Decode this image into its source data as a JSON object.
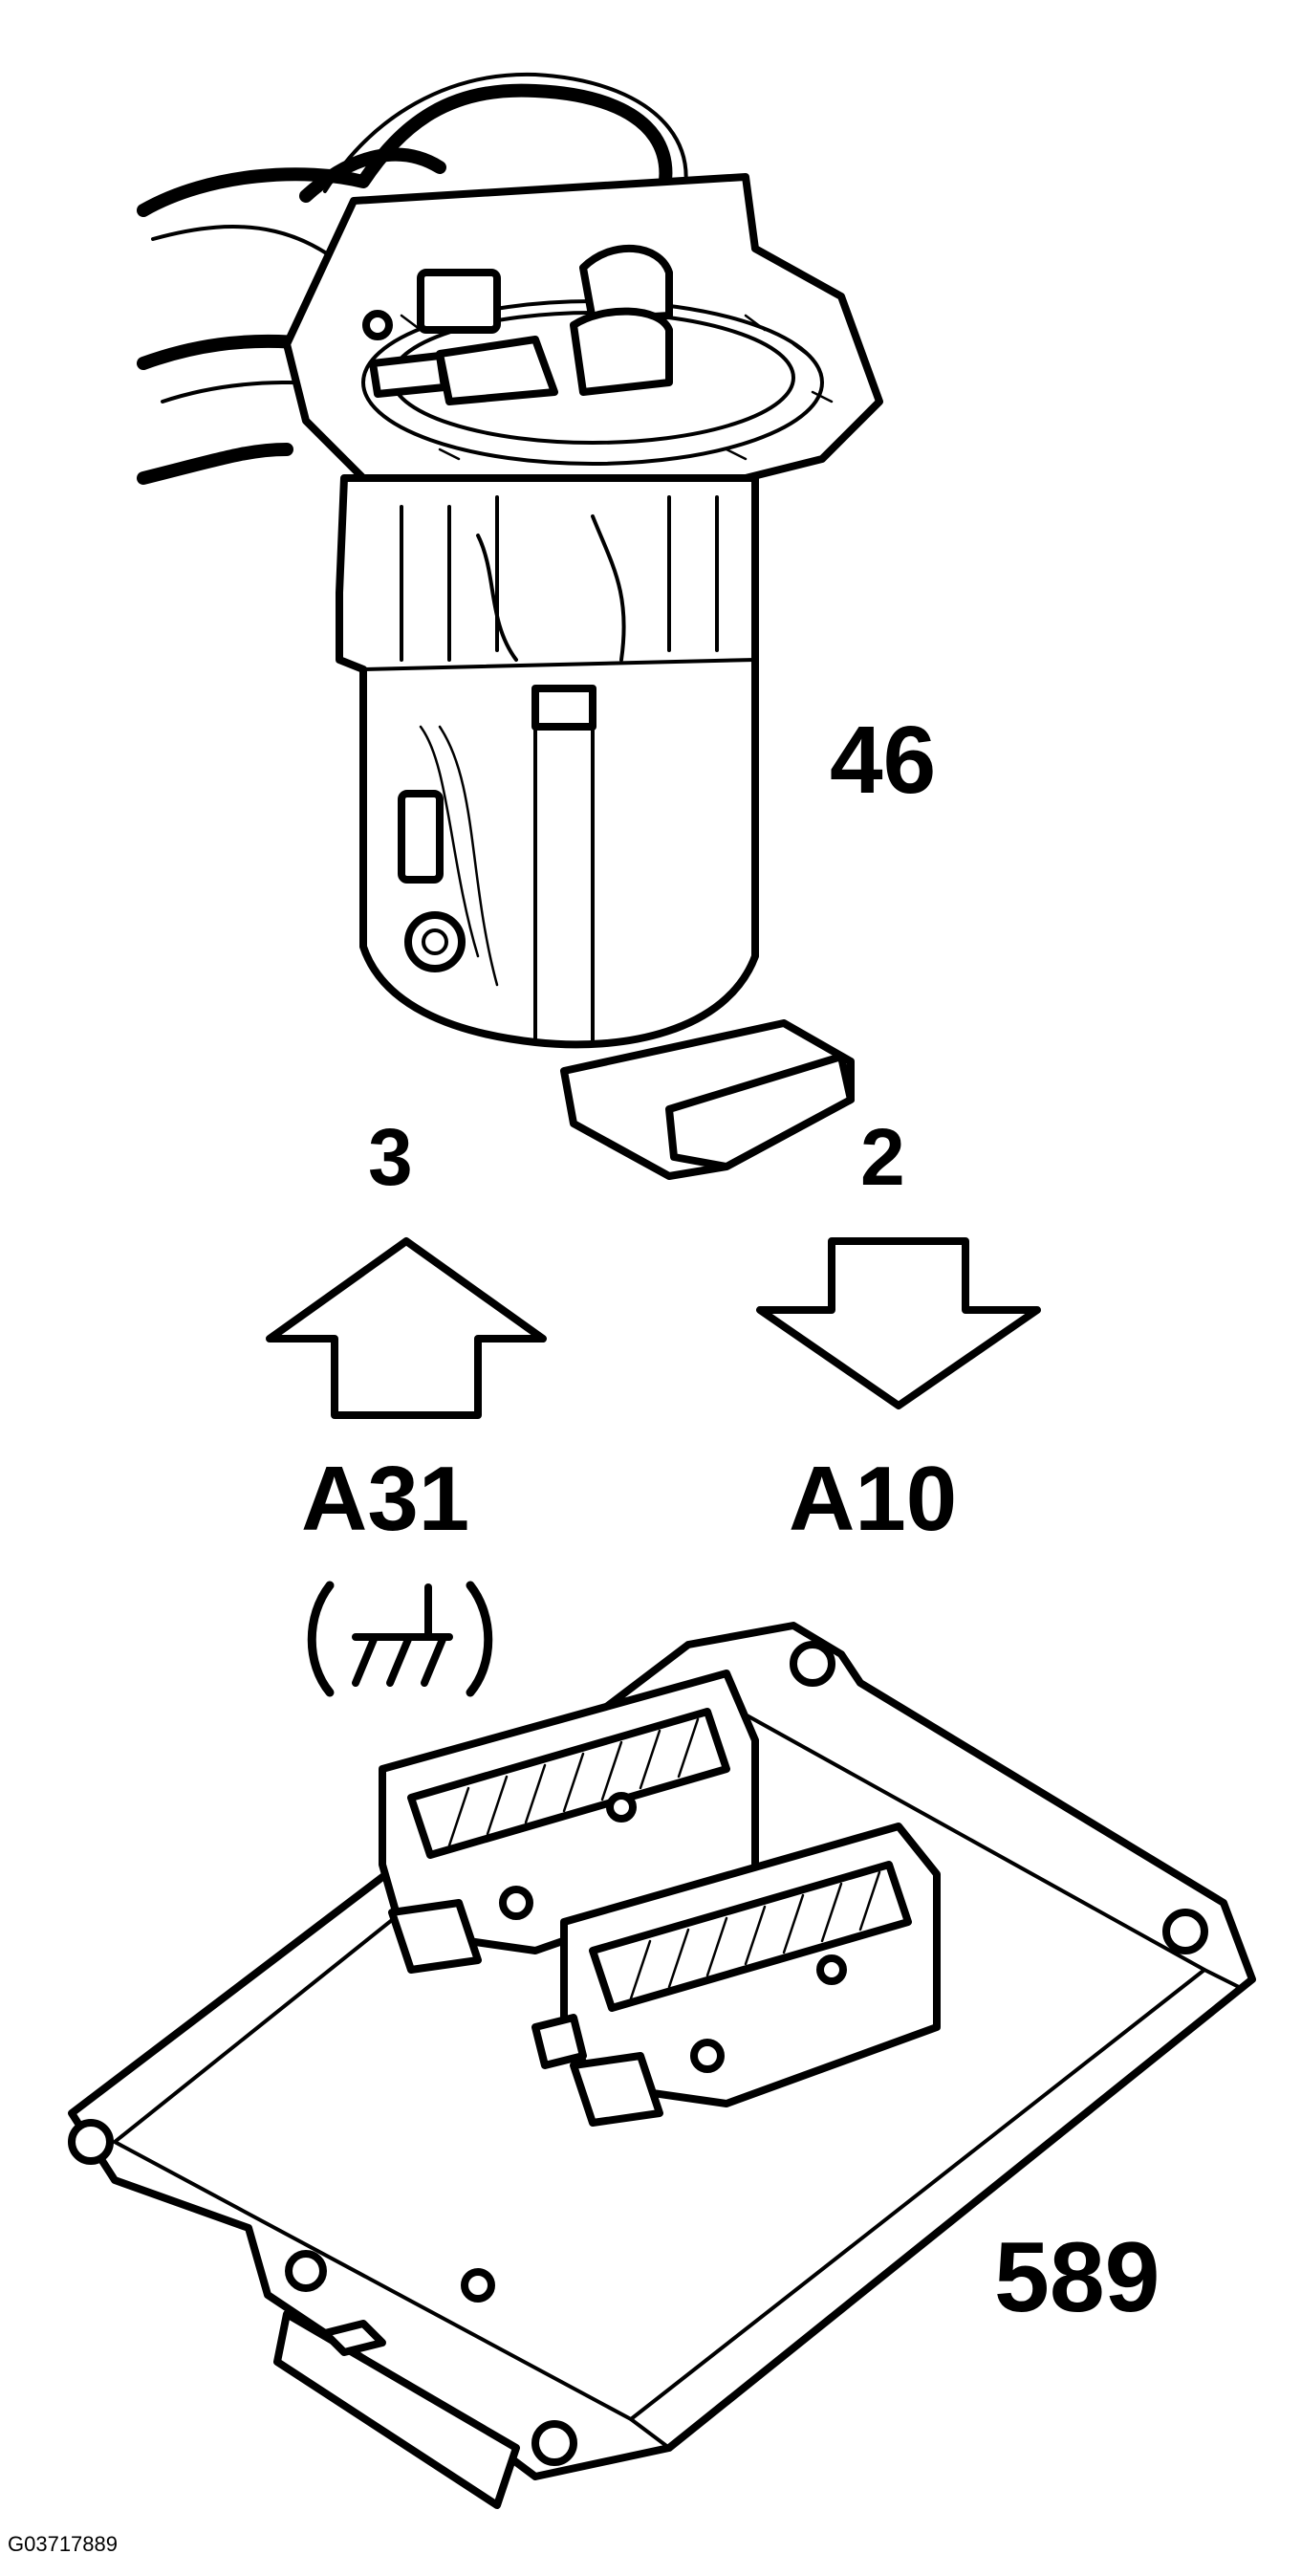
{
  "components": {
    "fuel_pump_module": {
      "number": "46"
    },
    "control_module": {
      "number": "589"
    }
  },
  "signals": {
    "left": {
      "pin": "A31",
      "terminal": "3",
      "direction": "up"
    },
    "right": {
      "pin": "A10",
      "terminal": "2",
      "direction": "down"
    }
  },
  "figure_id": "G03717889"
}
